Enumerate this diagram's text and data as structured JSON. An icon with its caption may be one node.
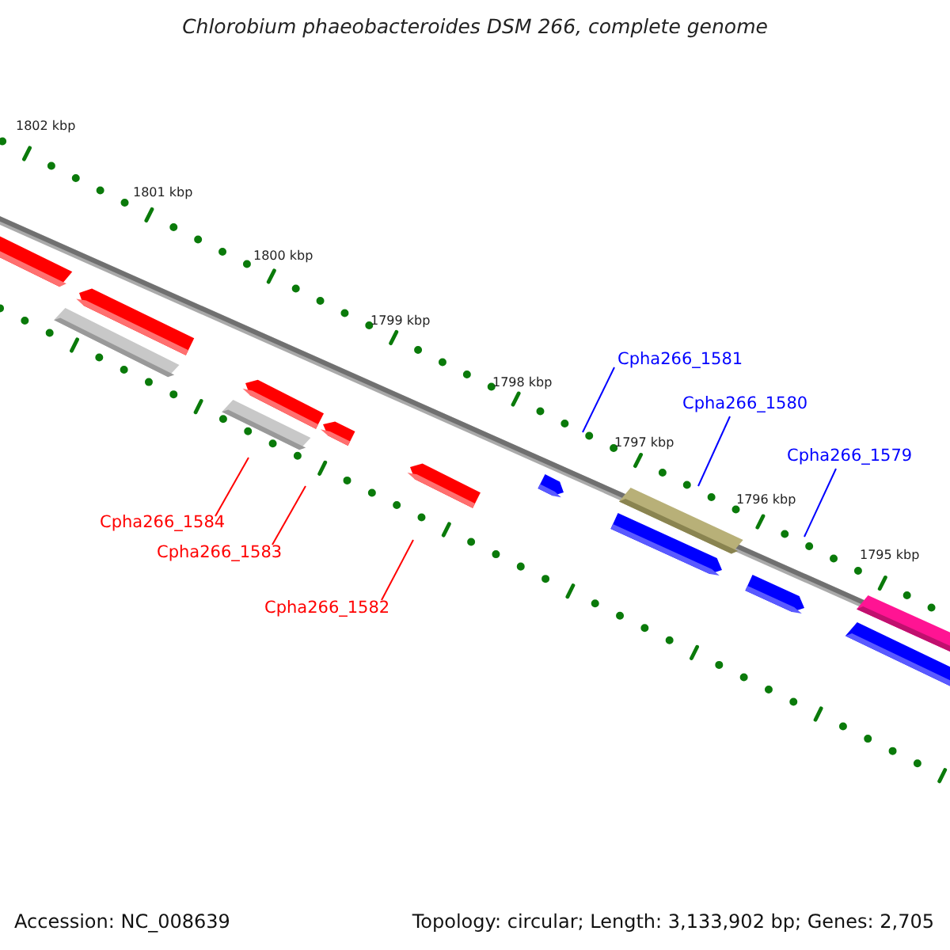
{
  "diagram": {
    "title": "Chlorobium phaeobacteroides DSM 266, complete genome",
    "nodes": [
      {
        "text": [
          "Cpha266_1581"
        ]
      },
      {
        "text": [
          "Cpha266_1580"
        ]
      },
      {
        "text": [
          "Cpha266_1579"
        ]
      },
      {
        "text": [
          "Cpha266_1584"
        ]
      },
      {
        "text": [
          "Cpha266_1583"
        ]
      },
      {
        "text": [
          "Cpha266_1582"
        ]
      }
    ],
    "edges": [
      {
        "from": 0,
        "to": null,
        "arrow": "none",
        "color": "#0000ff"
      },
      {
        "from": 1,
        "to": null,
        "arrow": "none",
        "color": "#0000ff"
      },
      {
        "from": 2,
        "to": null,
        "arrow": "none",
        "color": "#0000ff"
      },
      {
        "from": 3,
        "to": null,
        "arrow": "none",
        "color": "#ff0000"
      },
      {
        "from": 4,
        "to": null,
        "arrow": "none",
        "color": "#ff0000"
      },
      {
        "from": 5,
        "to": null,
        "arrow": "none",
        "color": "#ff0000"
      }
    ],
    "labels": [
      "1802 kbp",
      "1801 kbp",
      "1800 kbp",
      "1799 kbp",
      "1798 kbp",
      "1797 kbp",
      "1796 kbp",
      "1795 kbp",
      "Accession: NC_008639",
      "Topology: circular; Length: 3,133,902 bp; Genes: 2,705"
    ]
  }
}
